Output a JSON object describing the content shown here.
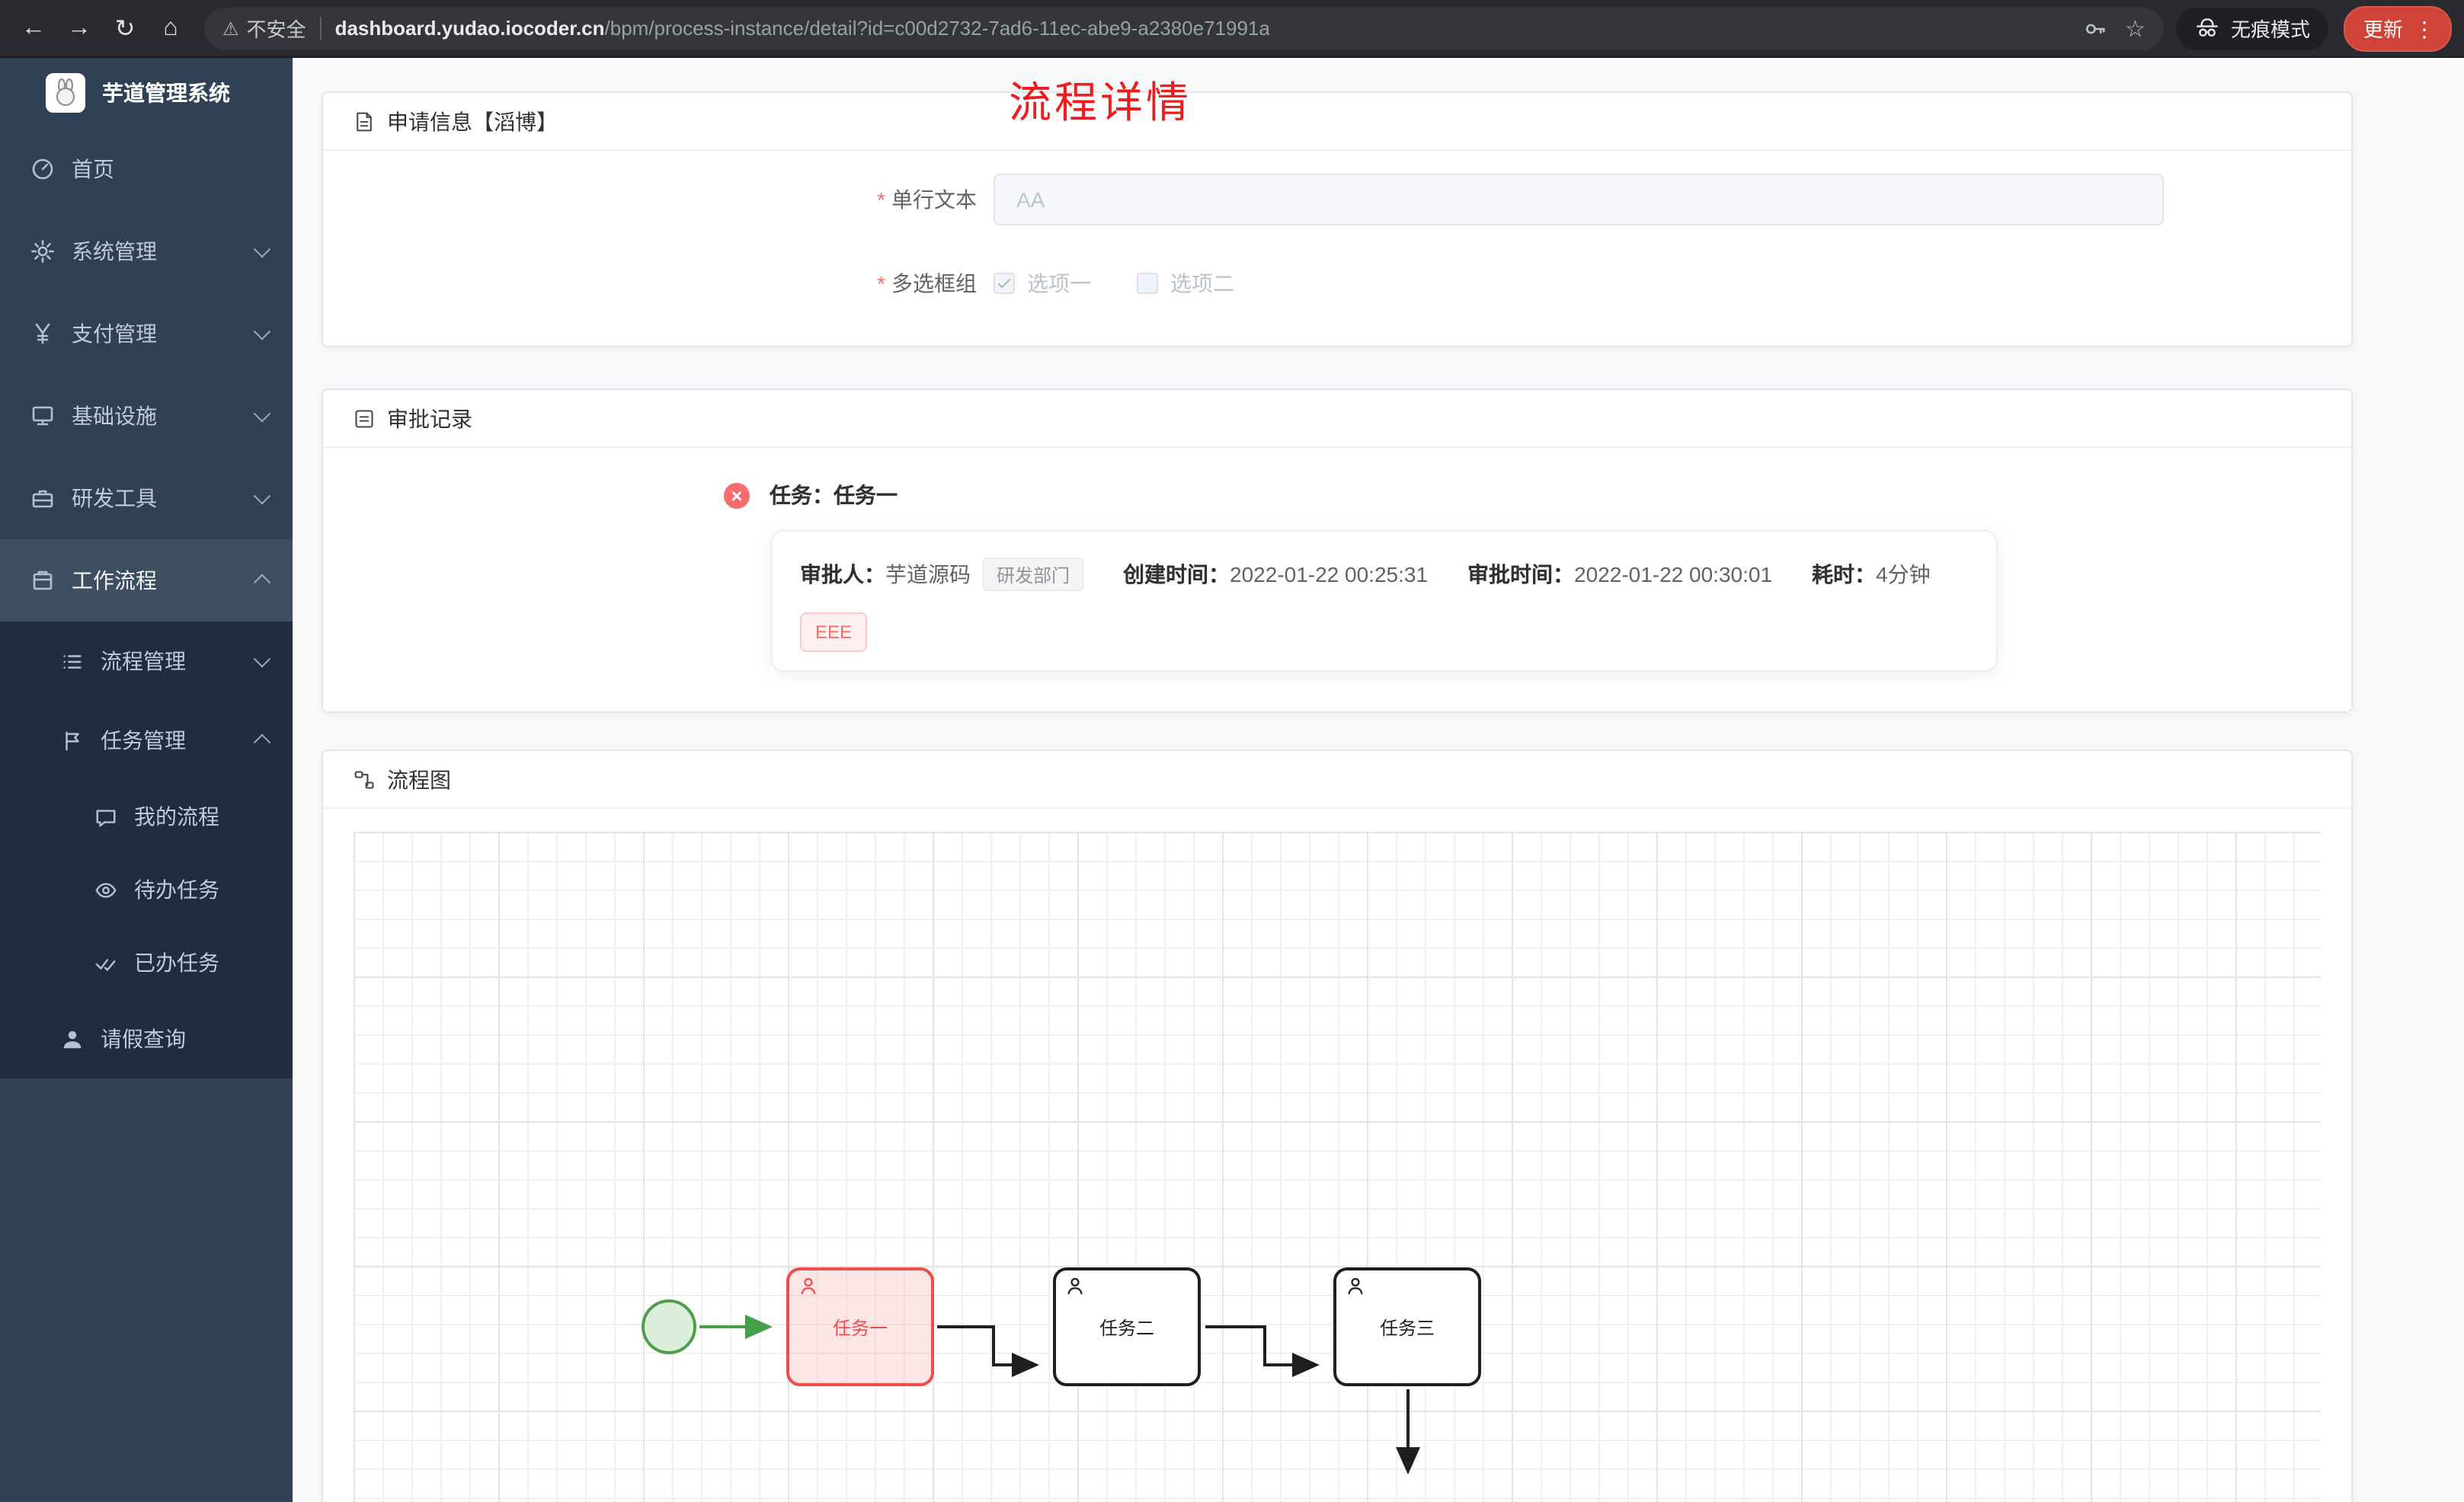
{
  "browser": {
    "security_label": "不安全",
    "url_host": "dashboard.yudao.iocoder.cn",
    "url_path": "/bpm/process-instance/detail?id=c00d2732-7ad6-11ec-abe9-a2380e71991a",
    "incognito_label": "无痕模式",
    "update_label": "更新"
  },
  "sidebar": {
    "brand": "芋道管理系统",
    "menu": [
      {
        "label": "首页"
      },
      {
        "label": "系统管理"
      },
      {
        "label": "支付管理"
      },
      {
        "label": "基础设施"
      },
      {
        "label": "研发工具"
      },
      {
        "label": "工作流程"
      }
    ],
    "workflow_children": [
      {
        "label": "流程管理"
      },
      {
        "label": "任务管理"
      },
      {
        "label": "请假查询"
      }
    ],
    "task_children": [
      {
        "label": "我的流程"
      },
      {
        "label": "待办任务"
      },
      {
        "label": "已办任务"
      }
    ]
  },
  "page": {
    "title": "流程详情"
  },
  "apply_card": {
    "title": "申请信息【滔博】",
    "required_mark": "*",
    "text_field": {
      "label": "单行文本",
      "value": "AA"
    },
    "checkbox_group": {
      "label": "多选框组",
      "options": [
        {
          "label": "选项一",
          "checked": true
        },
        {
          "label": "选项二",
          "checked": false
        }
      ]
    }
  },
  "approval_card": {
    "title": "审批记录",
    "task_title": "任务：任务一",
    "approver_label": "审批人：",
    "approver_name": "芋道源码",
    "approver_dept": "研发部门",
    "created_label": "创建时间：",
    "created_time": "2022-01-22 00:25:31",
    "approved_label": "审批时间：",
    "approved_time": "2022-01-22 00:30:01",
    "duration_label": "耗时：",
    "duration_value": "4分钟",
    "comment": "EEE"
  },
  "diagram_card": {
    "title": "流程图",
    "nodes": [
      {
        "label": "任务一",
        "status": "rejected"
      },
      {
        "label": "任务二",
        "status": "pending"
      },
      {
        "label": "任务三",
        "status": "pending"
      }
    ],
    "colors": {
      "active_node": "#f14c4c",
      "start_event": "#4f9e4f"
    }
  }
}
